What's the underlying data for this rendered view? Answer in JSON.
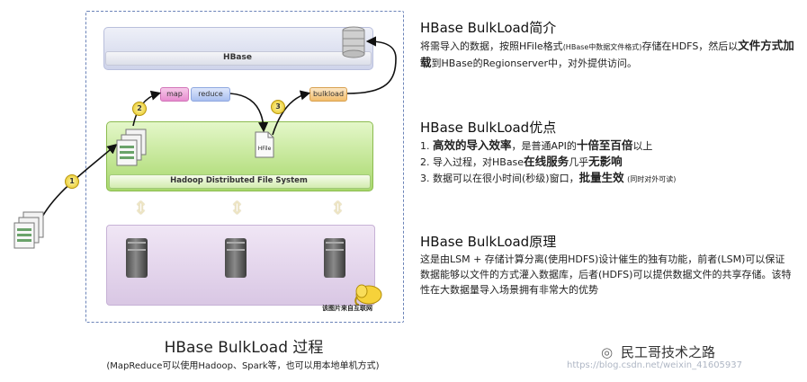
{
  "diagram": {
    "hbase_label": "HBase",
    "hdfs_label": "Hadoop Distributed File System",
    "map_label": "map",
    "reduce_label": "reduce",
    "bulkload_label": "bulkload",
    "hfile_label": "HFile",
    "steps": [
      "1",
      "2",
      "3"
    ],
    "zoo_caption": "该图片来自互联网",
    "title": "HBase BulkLoad 过程",
    "subtitle": "(MapReduce可以使用Hadoop、Spark等，也可以用本地单机方式)"
  },
  "intro": {
    "title": "HBase BulkLoad简介",
    "t1": "将需导入的数据，按照HFile格式",
    "t1_small": "(HBase中数据文件格式)",
    "t2": "存储在HDFS，然后以",
    "t2_bold": "文件方式加载",
    "t3": "到HBase的Regionserver中，对外提供访问。"
  },
  "advantages": {
    "title": "HBase BulkLoad优点",
    "item1_prefix": "1.",
    "item1_bold": "高效的导入效率",
    "item1_mid": "，是普通API的",
    "item1_bold2": "十倍至百倍",
    "item1_end": "以上",
    "item2_prefix": "2.",
    "item2_text": "导入过程，对HBase",
    "item2_bold": "在线服务",
    "item2_mid": "几乎",
    "item2_bold2": "无影响",
    "item3_prefix": "3.",
    "item3_text": "数据可以在很小时间(秒级)窗口，",
    "item3_bold": "批量生效",
    "item3_small": "(同时对外可读)"
  },
  "principle": {
    "title": "HBase BulkLoad原理",
    "body": "这是由LSM + 存储计算分离(使用HDFS)设计催生的独有功能，前者(LSM)可以保证数据能够以文件的方式灌入数据库，后者(HDFS)可以提供数据文件的共享存储。该特性在大数据量导入场景拥有非常大的优势"
  },
  "brand": {
    "name": "民工哥技术之路",
    "watermark": "https://blog.csdn.net/weixin_41605937"
  },
  "colors": {
    "hdfs_green": "#a8d86c",
    "storage_purple": "#d9c7e4",
    "hbase_blue": "#cfd4ea",
    "badge_yellow": "#e5c31a"
  }
}
